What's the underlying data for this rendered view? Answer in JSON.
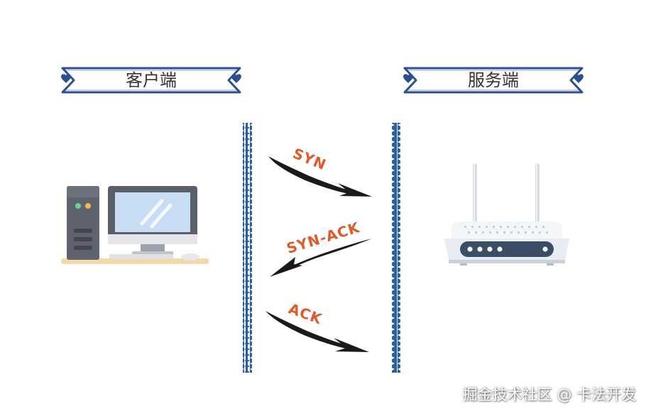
{
  "client": {
    "label": "客户端"
  },
  "server": {
    "label": "服务端"
  },
  "messages": [
    {
      "label": "SYN",
      "direction": "client-to-server"
    },
    {
      "label": "SYN-ACK",
      "direction": "server-to-client"
    },
    {
      "label": "ACK",
      "direction": "client-to-server"
    }
  ],
  "watermark": "掘金技术社区 @ 卡法开发",
  "colors": {
    "banner_stroke": "#2c4f8f",
    "post": "#2c5fa0",
    "arrow": "#1a1a1a",
    "label": "#e05a2a",
    "monitor_frame": "#5b5f6a",
    "monitor_screen": "#c8ddf4",
    "desk": "#f2d9a8",
    "router_body": "#e8edf3",
    "router_panel": "#3c4d66"
  },
  "icons": {
    "client": "desktop-computer-icon",
    "server": "router-icon"
  }
}
